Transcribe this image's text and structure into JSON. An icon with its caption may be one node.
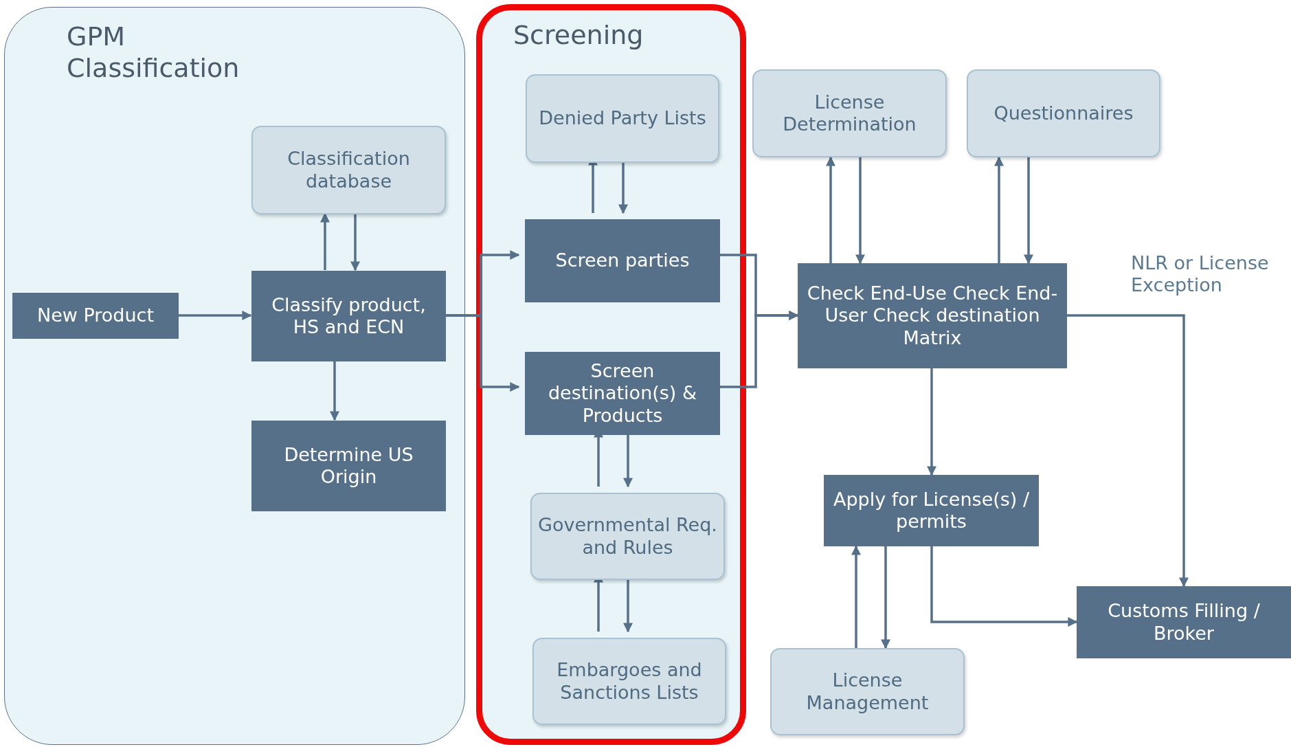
{
  "diagram": {
    "nodes": [
      {
        "text": [
          "GPM Classification"
        ]
      },
      {
        "text": [
          "New Product"
        ],
        "in": 0
      },
      {
        "text": [
          "Classification database"
        ],
        "in": 0
      },
      {
        "text": [
          "Classify product, HS and ECN"
        ],
        "in": 0
      },
      {
        "text": [
          "Determine US Origin"
        ],
        "in": 0
      },
      {
        "text": [
          "Screening"
        ]
      },
      {
        "text": [
          "Denied Party Lists"
        ],
        "in": 5
      },
      {
        "text": [
          "Screen parties"
        ],
        "in": 5
      },
      {
        "text": [
          "Screen destination(s) & Products"
        ],
        "in": 5
      },
      {
        "text": [
          "Governmental Req. and Rules"
        ],
        "in": 5
      },
      {
        "text": [
          "Embargoes and Sanctions Lists"
        ],
        "in": 5
      },
      {
        "text": [
          "License Determination"
        ]
      },
      {
        "text": [
          "Questionnaires"
        ]
      },
      {
        "text": [
          "Check End-Use Check End-User Check destination Matrix"
        ]
      },
      {
        "text": [
          "Apply for License(s) / permits"
        ]
      },
      {
        "text": [
          "License Management"
        ]
      },
      {
        "text": [
          "Customs Filling / Broker"
        ]
      }
    ],
    "edges": [
      {
        "from": 1,
        "to": 3,
        "arrow": "to"
      },
      {
        "from": 3,
        "to": 2,
        "arrow": "to"
      },
      {
        "from": 2,
        "to": 3,
        "arrow": "to"
      },
      {
        "from": 3,
        "to": 4,
        "arrow": "to"
      },
      {
        "from": 3,
        "to": 7,
        "arrow": "to"
      },
      {
        "from": 3,
        "to": 8,
        "arrow": "to"
      },
      {
        "from": 7,
        "to": 6,
        "arrow": "to"
      },
      {
        "from": 6,
        "to": 7,
        "arrow": "to"
      },
      {
        "from": 9,
        "to": 8,
        "arrow": "to"
      },
      {
        "from": 8,
        "to": 9,
        "arrow": "to"
      },
      {
        "from": 10,
        "to": 9,
        "arrow": "to"
      },
      {
        "from": 9,
        "to": 10,
        "arrow": "to"
      },
      {
        "from": 7,
        "to": 13,
        "arrow": "to"
      },
      {
        "from": 8,
        "to": 13,
        "arrow": "to"
      },
      {
        "from": 13,
        "to": 11,
        "arrow": "to"
      },
      {
        "from": 11,
        "to": 13,
        "arrow": "to"
      },
      {
        "from": 13,
        "to": 12,
        "arrow": "to"
      },
      {
        "from": 12,
        "to": 13,
        "arrow": "to"
      },
      {
        "from": 13,
        "to": 14,
        "arrow": "to"
      },
      {
        "from": 13,
        "to": 16,
        "arrow": "to"
      },
      {
        "from": 14,
        "to": 16,
        "arrow": "to"
      },
      {
        "from": 15,
        "to": 14,
        "arrow": "to"
      },
      {
        "from": 14,
        "to": 15,
        "arrow": "to"
      }
    ],
    "labels": [
      "NLR or License Exception"
    ]
  }
}
